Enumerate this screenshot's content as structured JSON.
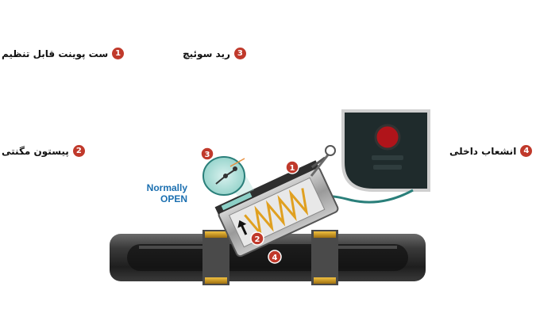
{
  "legend": [
    {
      "num": "1",
      "text": "ست پوینت قابل تنظیم"
    },
    {
      "num": "2",
      "text": "پیستون مگنتی"
    },
    {
      "num": "3",
      "text": "رید سوئیچ"
    },
    {
      "num": "4",
      "text": "انشعاب داخلی"
    }
  ],
  "diagram": {
    "label_line1": "Normally",
    "label_line2": "OPEN",
    "callouts": [
      "1",
      "2",
      "3",
      "4"
    ],
    "colors": {
      "badge": "#c0392b",
      "pipe": "#2f2f2f",
      "spring": "#e0a020",
      "switch_lens": "#9fd6cf",
      "cable": "#2a7f7a",
      "label_blue": "#1b6fb0",
      "panel": "#1f2b2c"
    }
  }
}
